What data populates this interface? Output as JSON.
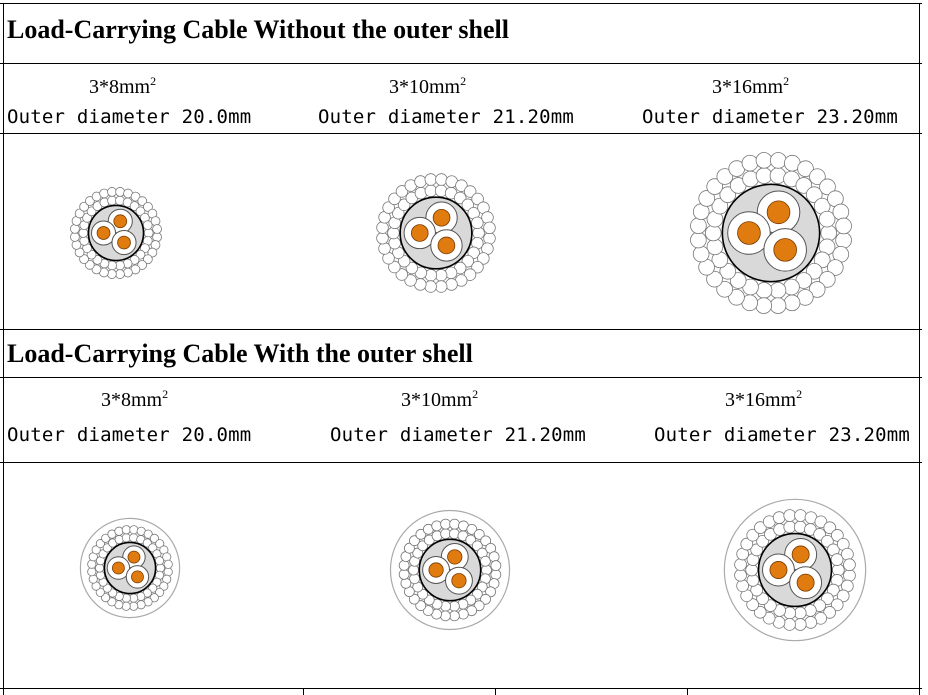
{
  "sections": [
    {
      "title": "Load-Carrying Cable Without the outer shell",
      "items": [
        {
          "size": "3*8mm",
          "size_sup": "2",
          "diameter": "Outer diameter 20.0mm"
        },
        {
          "size": "3*10mm",
          "size_sup": "2",
          "diameter": "Outer diameter 21.20mm"
        },
        {
          "size": "3*16mm",
          "size_sup": "2",
          "diameter": "Outer diameter 23.20mm"
        }
      ]
    },
    {
      "title": "Load-Carrying Cable With the outer shell",
      "items": [
        {
          "size": "3*8mm",
          "size_sup": "2",
          "diameter": "Outer diameter 20.0mm"
        },
        {
          "size": "3*10mm",
          "size_sup": "2",
          "diameter": "Outer diameter 21.20mm"
        },
        {
          "size": "3*16mm",
          "size_sup": "2",
          "diameter": "Outer diameter 23.20mm"
        }
      ]
    }
  ],
  "colors": {
    "conductor": "#e07b10",
    "inner_jacket": "#d9d9d9",
    "strand": "#ffffff",
    "line": "#000000"
  },
  "icons": [
    "cable-cross-section-icon"
  ]
}
